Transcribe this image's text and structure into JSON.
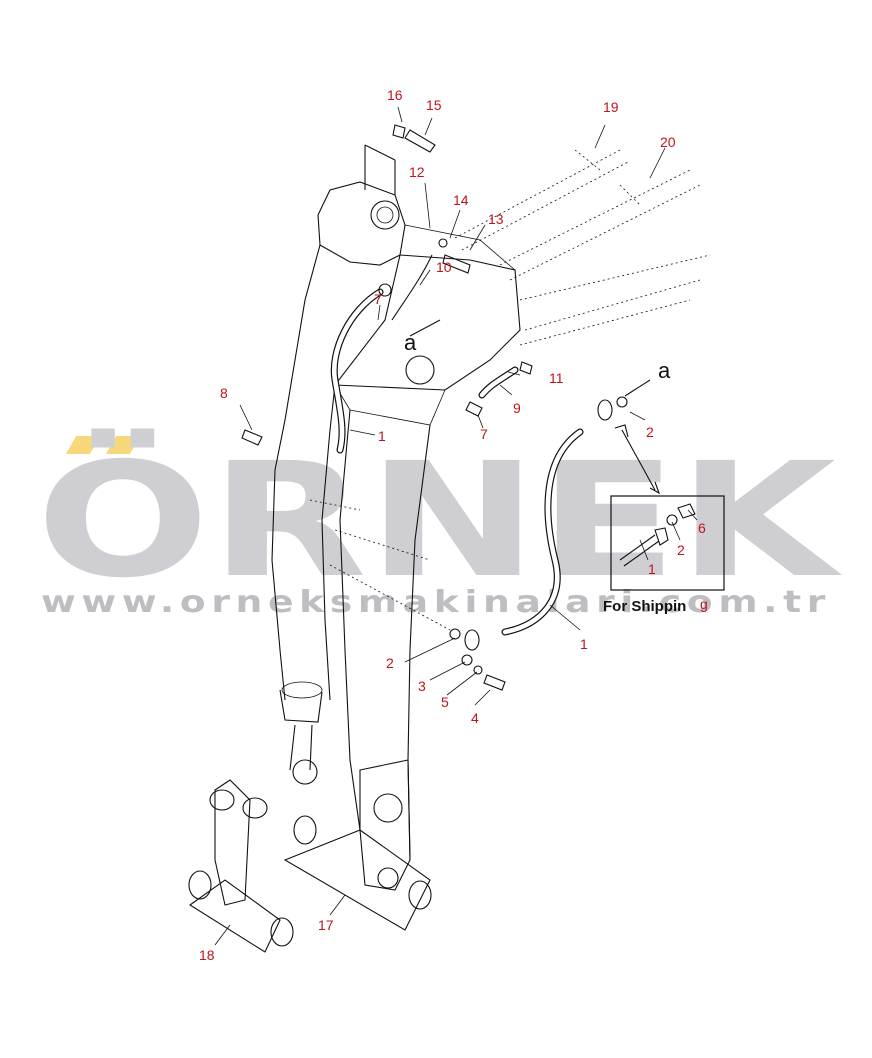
{
  "diagram": {
    "callouts": [
      {
        "id": "c16",
        "text": "16"
      },
      {
        "id": "c15",
        "text": "15"
      },
      {
        "id": "c19",
        "text": "19"
      },
      {
        "id": "c20",
        "text": "20"
      },
      {
        "id": "c12",
        "text": "12"
      },
      {
        "id": "c14",
        "text": "14"
      },
      {
        "id": "c13",
        "text": "13"
      },
      {
        "id": "c10",
        "text": "10"
      },
      {
        "id": "c7a",
        "text": "7"
      },
      {
        "id": "c11",
        "text": "11"
      },
      {
        "id": "c9",
        "text": "9"
      },
      {
        "id": "c7b",
        "text": "7"
      },
      {
        "id": "c8",
        "text": "8"
      },
      {
        "id": "c1a",
        "text": "1"
      },
      {
        "id": "c2a",
        "text": "2"
      },
      {
        "id": "c6",
        "text": "6"
      },
      {
        "id": "c2b",
        "text": "2"
      },
      {
        "id": "c1b",
        "text": "1"
      },
      {
        "id": "c1c",
        "text": "1"
      },
      {
        "id": "c2c",
        "text": "2"
      },
      {
        "id": "c3",
        "text": "3"
      },
      {
        "id": "c5",
        "text": "5"
      },
      {
        "id": "c4",
        "text": "4"
      },
      {
        "id": "c17",
        "text": "17"
      },
      {
        "id": "c18",
        "text": "18"
      }
    ],
    "view_markers": [
      "a",
      "a"
    ],
    "shipping_box_label": "For Shippin",
    "shipping_box_overlap": "g"
  },
  "watermark": {
    "brand": "ÖRNEK",
    "url": "www.orneksmakinalari.com.tr",
    "text_color": "#cfcfd3",
    "accent_color": "#f6d77a"
  },
  "colors": {
    "callout": "#c0141a",
    "linework": "#111111",
    "background": "#ffffff"
  }
}
